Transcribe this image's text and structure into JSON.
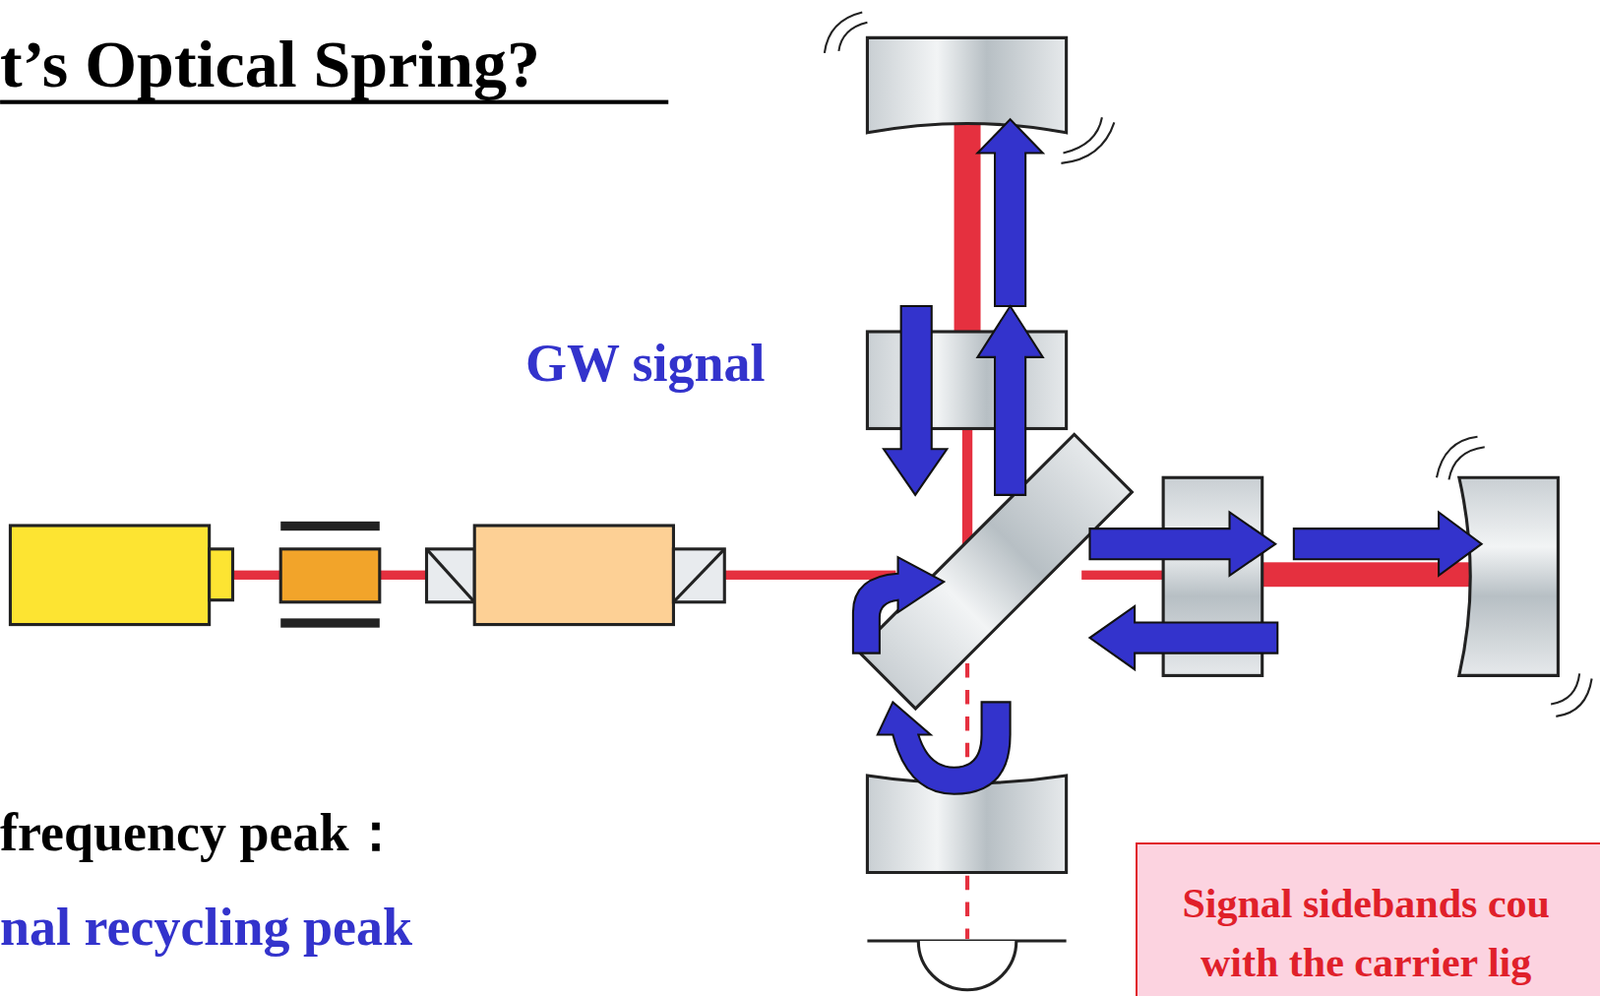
{
  "diagram": {
    "title": "t’s Optical Spring?",
    "nodes": [
      {
        "text": [
          "Signal sidebands cou with the carrier lig"
        ]
      }
    ],
    "labels": [
      "GW signal",
      "frequency peak：",
      "nal recycling peak"
    ]
  }
}
